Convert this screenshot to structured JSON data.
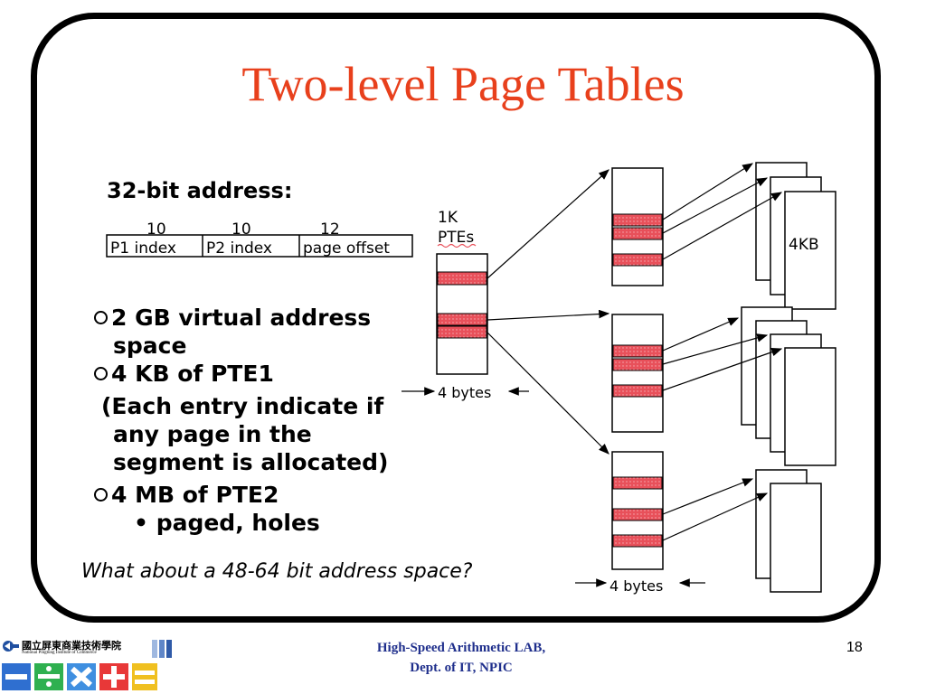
{
  "title": "Two-level Page Tables",
  "diagram": {
    "address_heading": "32-bit address:",
    "field_widths": [
      "10",
      "10",
      "12"
    ],
    "fields": [
      "P1 index",
      "P2 index",
      "page offset"
    ],
    "ptes_label_1": "1K",
    "ptes_label_2": "PTEs",
    "bytes_label": "4 bytes",
    "page_label": "4KB",
    "colors": {
      "entry_fill": "#e8505a",
      "title": "#e8401c",
      "footer": "#1f2f8c"
    }
  },
  "bullets": {
    "b1_line1": "2 GB virtual address",
    "b1_line2": "space",
    "b2_line1": "4 KB of PTE1",
    "b2_line2": "(Each entry indicate if",
    "b2_line3": "any page in the",
    "b2_line4": "segment is allocated)",
    "b3_line1": "4 MB of PTE2",
    "b3_sub": "paged, holes"
  },
  "question": "What about a 48-64 bit address space?",
  "footer": {
    "line1": "High-Speed Arithmetic LAB,",
    "line2": "Dept. of IT, NPIC",
    "page": "18",
    "logo_text": "國立屏東商業技術學院",
    "logo_sub": "National Pingtung Institute of Commerce"
  }
}
